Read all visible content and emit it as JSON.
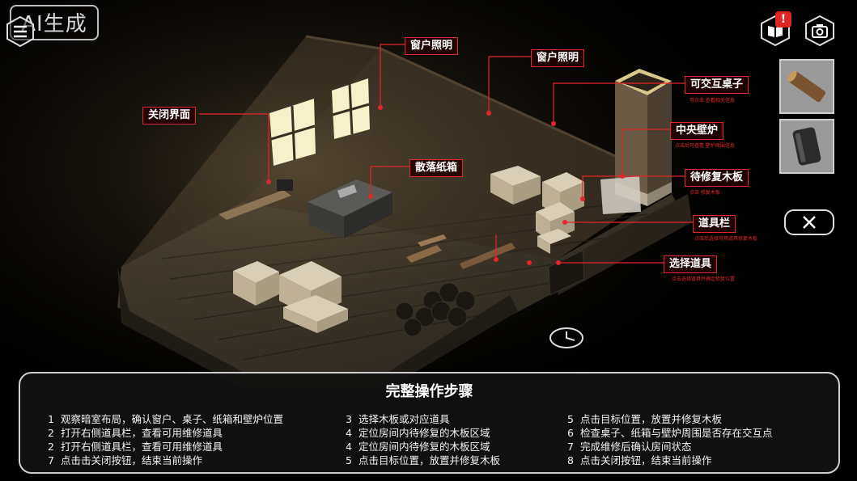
{
  "hud": {
    "ai_badge": "AI生成",
    "alert_mark": "!"
  },
  "labels": {
    "window_light_1": "窗户照明",
    "window_light_2": "窗户照明",
    "close_ui": "关闭界面",
    "loose_box": "散落纸箱",
    "interactive_table": "可交互桌子",
    "interactive_table_sub": "可点击 查看相关信息",
    "central_fireplace": "中央壁炉",
    "central_fireplace_sub": "点击后可查看 壁炉周围信息",
    "repair_board": "待修复木板",
    "repair_board_sub": "点击 修复木板",
    "toolbar": "道具栏",
    "toolbar_sub": "点击后选择可用道具修复木板",
    "select_tool": "选择道具",
    "select_tool_sub": "点击选择道具并确定修复位置"
  },
  "steps": {
    "title": "完整操作步骤",
    "col1": [
      {
        "n": "1",
        "text": "观察暗室布局，确认窗户、桌子、纸箱和壁炉位置"
      },
      {
        "n": "2",
        "text": "打开右侧道具栏，查看可用维修道具"
      },
      {
        "n": "2",
        "text": "打开右侧道具栏，查看可用维修道具"
      },
      {
        "n": "7",
        "text": "点击击关闭按钮，结束当前操作"
      }
    ],
    "col2": [
      {
        "n": "3",
        "text": "选择木板或对应道具"
      },
      {
        "n": "4",
        "text": "定位房间内待修复的木板区域"
      },
      {
        "n": "4",
        "text": "定位房间内待修复的木板区域"
      },
      {
        "n": "5",
        "text": "点击目标位置，放置并修复木板"
      }
    ],
    "col3": [
      {
        "n": "5",
        "text": "点击目标位置，放置并修复木板"
      },
      {
        "n": "6",
        "text": "检查桌子、纸箱与壁炉周围是否存在交互点"
      },
      {
        "n": "7",
        "text": "完成维修后确认房间状态"
      },
      {
        "n": "8",
        "text": "点击关闭按钮，结束当前操作"
      }
    ]
  },
  "inventory": {
    "items": [
      "wooden-plank-icon",
      "metal-plate-icon"
    ]
  },
  "colors": {
    "accent_red": "#e3262a",
    "window_glow": "#f5f1c8",
    "floor": "#3a3328"
  }
}
